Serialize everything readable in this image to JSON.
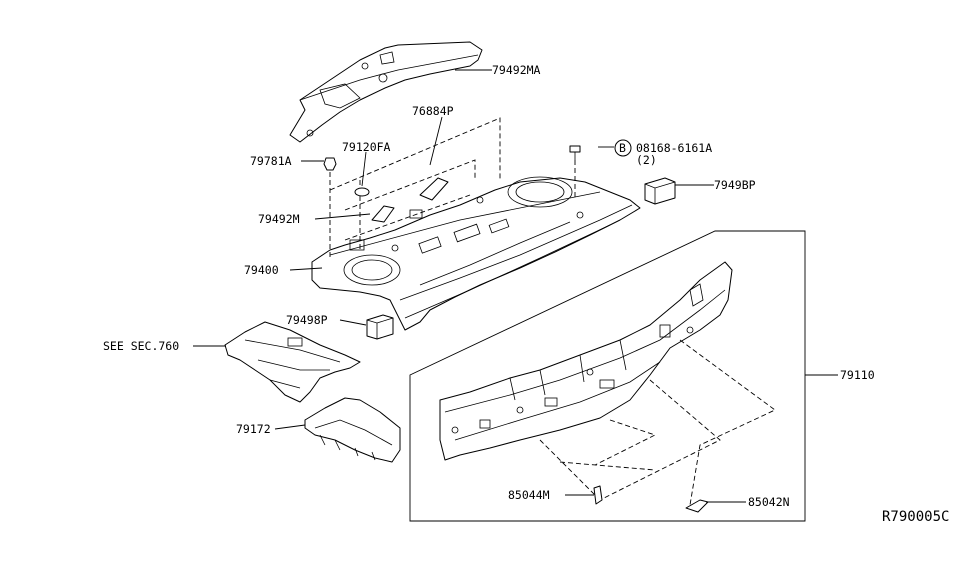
{
  "labels": {
    "p79492MA": "79492MA",
    "p76884P": "76884P",
    "p79120FA": "79120FA",
    "p79781A": "79781A",
    "p08168": "08168-6161A",
    "p08168_qty": "(2)",
    "bolt_symbol": "B",
    "p7949BP": "7949BP",
    "p79492M": "79492M",
    "p79400": "79400",
    "p79498P": "79498P",
    "see_sec": "SEE SEC.760",
    "p79110": "79110",
    "p79172": "79172",
    "p85044M": "85044M",
    "p85042N": "85042N",
    "ref_code": "R790005C"
  }
}
